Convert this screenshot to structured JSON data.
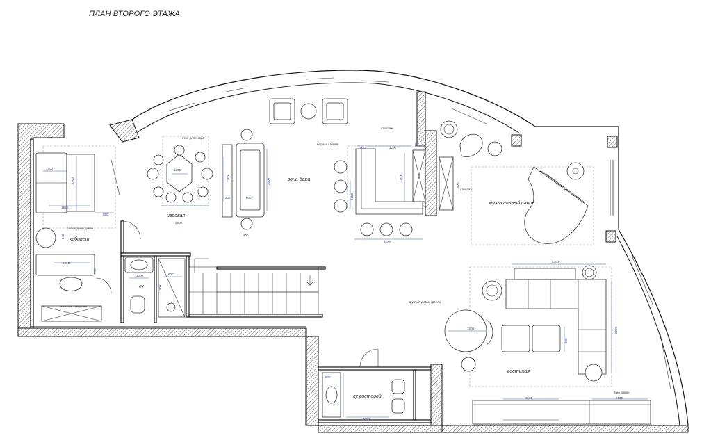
{
  "title": "ПЛАН ВТОРОГО ЭТАЖА",
  "rooms": {
    "kabinet": "кабинет",
    "igrovaya": "игровая",
    "zona_bara": "зона бара",
    "su": "су",
    "su_gostevoy": "су гостевой",
    "muz_salon": "музыкальный салон",
    "gostinaya": "гостиная"
  },
  "notes": {
    "sofa_bed": "раскладной диван",
    "bookshelves": "книжные стеллажи",
    "game_table": "стол для Ковра",
    "bar_counter": "барная стойка",
    "shelving_top": "стеллаж",
    "shelving_side": "стеллаж",
    "round_sofa": "круглый диван-кресло",
    "bio_fireplace": "био камин"
  },
  "dims": {
    "k_2400": "2400",
    "k_1300": "1300",
    "k_1960": "1960",
    "k_880": "880",
    "k_1600": "1600",
    "k_845": "845",
    "k_700": "700",
    "su_1000": "1000",
    "su_900": "900",
    "su_1700": "1700",
    "i_1200": "1200",
    "i_2900": "2900",
    "i_1300": "1300",
    "i_500": "500",
    "i_600": "600",
    "i_2000": "2000",
    "i_400": "400",
    "b_900": "900",
    "b_1200": "1200",
    "b_1700": "1700",
    "b_2500": "2500",
    "b_2150": "2150",
    "b_900s": "900",
    "b_900r": "900",
    "g_5300": "5300",
    "g_2800": "2800",
    "g_1500": "1500",
    "g_900": "900",
    "g_3600": "3600",
    "g_2100": "2100",
    "sg_800": "800",
    "sg_3050": "3050"
  }
}
